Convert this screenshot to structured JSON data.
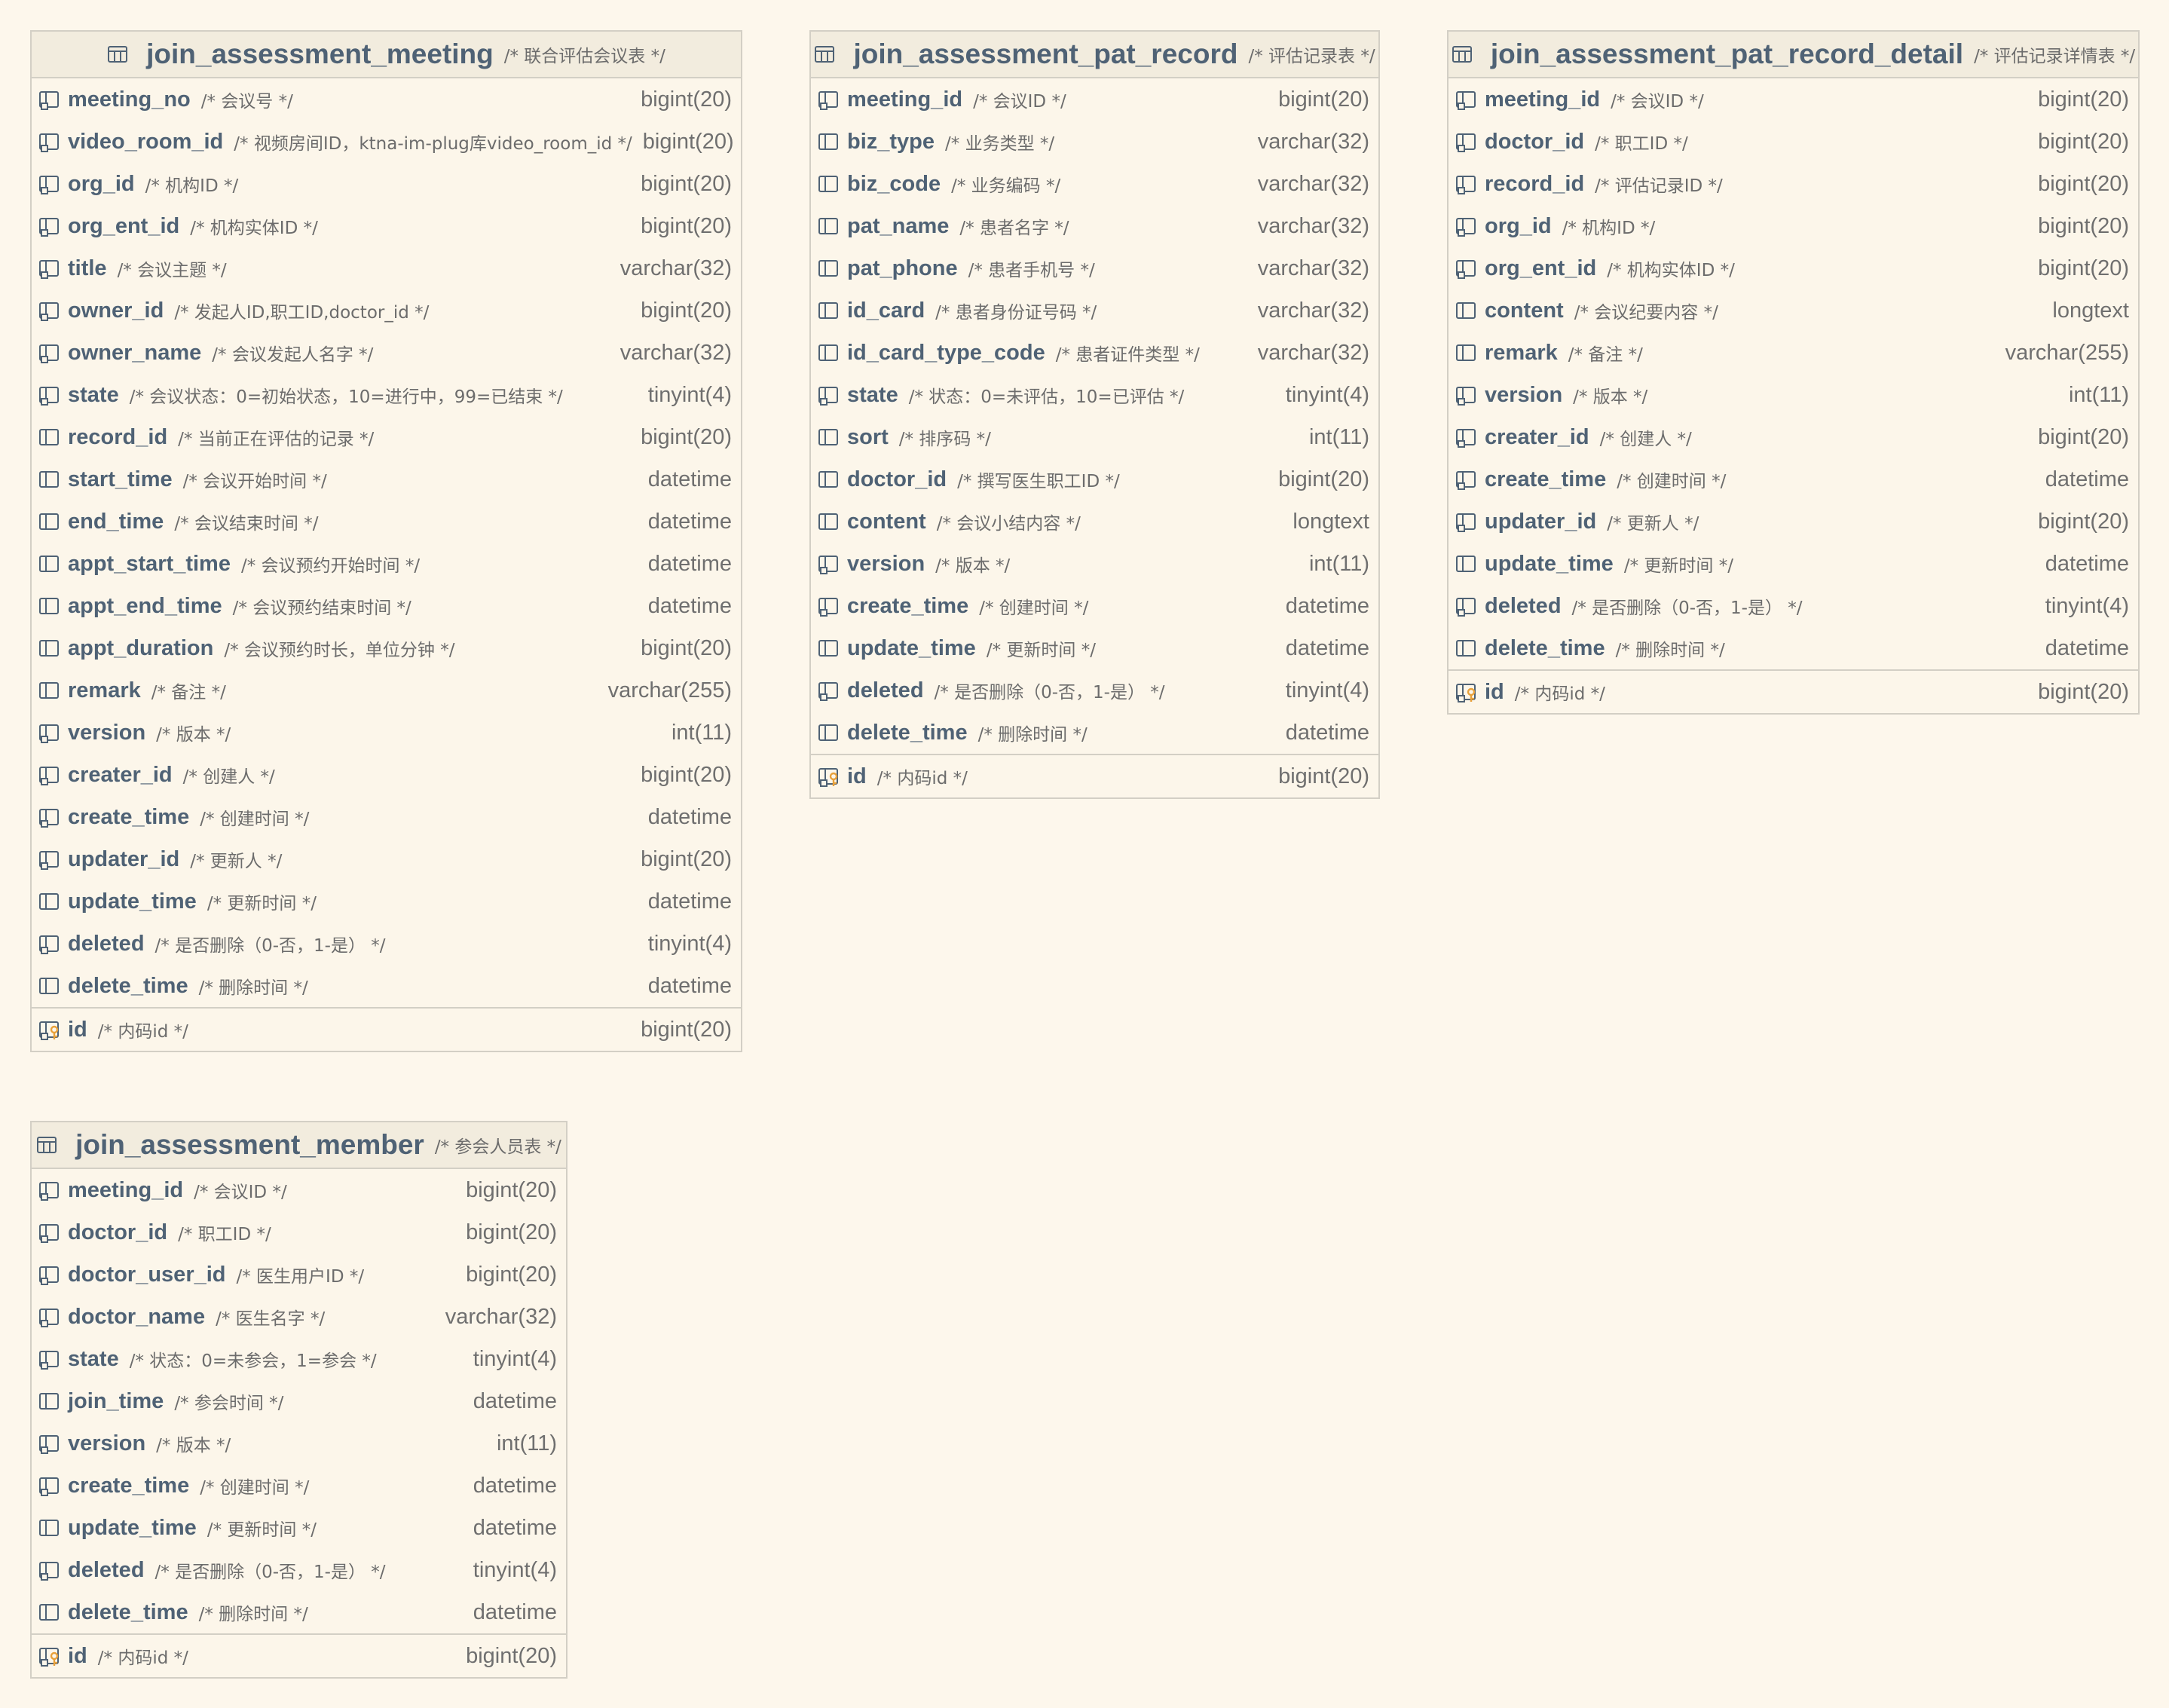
{
  "tables": [
    {
      "name": "join_assessment_meeting",
      "comment": "/* 联合评估会议表 */",
      "columns": [
        {
          "name": "meeting_no",
          "comment": "/* 会议号 */",
          "type": "bigint(20)",
          "icon": "column-notnull-icon"
        },
        {
          "name": "video_room_id",
          "comment": "/* 视频房间ID，ktna-im-plug库video_room_id */",
          "type": "bigint(20)",
          "icon": "column-notnull-icon"
        },
        {
          "name": "org_id",
          "comment": "/* 机构ID */",
          "type": "bigint(20)",
          "icon": "column-notnull-icon"
        },
        {
          "name": "org_ent_id",
          "comment": "/* 机构实体ID */",
          "type": "bigint(20)",
          "icon": "column-notnull-icon"
        },
        {
          "name": "title",
          "comment": "/* 会议主题 */",
          "type": "varchar(32)",
          "icon": "column-notnull-icon"
        },
        {
          "name": "owner_id",
          "comment": "/* 发起人ID,职工ID,doctor_id */",
          "type": "bigint(20)",
          "icon": "column-notnull-icon"
        },
        {
          "name": "owner_name",
          "comment": "/* 会议发起人名字 */",
          "type": "varchar(32)",
          "icon": "column-notnull-icon"
        },
        {
          "name": "state",
          "comment": "/* 会议状态：0=初始状态，10=进行中，99=已结束 */",
          "type": "tinyint(4)",
          "icon": "column-notnull-icon"
        },
        {
          "name": "record_id",
          "comment": "/* 当前正在评估的记录 */",
          "type": "bigint(20)",
          "icon": "column-icon"
        },
        {
          "name": "start_time",
          "comment": "/* 会议开始时间 */",
          "type": "datetime",
          "icon": "column-icon"
        },
        {
          "name": "end_time",
          "comment": "/* 会议结束时间 */",
          "type": "datetime",
          "icon": "column-icon"
        },
        {
          "name": "appt_start_time",
          "comment": "/* 会议预约开始时间 */",
          "type": "datetime",
          "icon": "column-icon"
        },
        {
          "name": "appt_end_time",
          "comment": "/* 会议预约结束时间 */",
          "type": "datetime",
          "icon": "column-icon"
        },
        {
          "name": "appt_duration",
          "comment": "/* 会议预约时长，单位分钟 */",
          "type": "bigint(20)",
          "icon": "column-icon"
        },
        {
          "name": "remark",
          "comment": "/* 备注 */",
          "type": "varchar(255)",
          "icon": "column-icon"
        },
        {
          "name": "version",
          "comment": "/* 版本 */",
          "type": "int(11)",
          "icon": "column-notnull-icon"
        },
        {
          "name": "creater_id",
          "comment": "/* 创建人 */",
          "type": "bigint(20)",
          "icon": "column-notnull-icon"
        },
        {
          "name": "create_time",
          "comment": "/* 创建时间 */",
          "type": "datetime",
          "icon": "column-notnull-icon"
        },
        {
          "name": "updater_id",
          "comment": "/* 更新人 */",
          "type": "bigint(20)",
          "icon": "column-notnull-icon"
        },
        {
          "name": "update_time",
          "comment": "/* 更新时间 */",
          "type": "datetime",
          "icon": "column-icon"
        },
        {
          "name": "deleted",
          "comment": "/* 是否删除（0-否，1-是） */",
          "type": "tinyint(4)",
          "icon": "column-notnull-icon"
        },
        {
          "name": "delete_time",
          "comment": "/* 删除时间 */",
          "type": "datetime",
          "icon": "column-icon"
        }
      ],
      "pk": {
        "name": "id",
        "comment": "/* 内码id */",
        "type": "bigint(20)",
        "icon": "primary-key-icon"
      }
    },
    {
      "name": "join_assessment_pat_record",
      "comment": "/* 评估记录表 */",
      "columns": [
        {
          "name": "meeting_id",
          "comment": "/* 会议ID */",
          "type": "bigint(20)",
          "icon": "column-notnull-icon"
        },
        {
          "name": "biz_type",
          "comment": "/* 业务类型 */",
          "type": "varchar(32)",
          "icon": "column-icon"
        },
        {
          "name": "biz_code",
          "comment": "/* 业务编码 */",
          "type": "varchar(32)",
          "icon": "column-icon"
        },
        {
          "name": "pat_name",
          "comment": "/* 患者名字 */",
          "type": "varchar(32)",
          "icon": "column-icon"
        },
        {
          "name": "pat_phone",
          "comment": "/* 患者手机号 */",
          "type": "varchar(32)",
          "icon": "column-icon"
        },
        {
          "name": "id_card",
          "comment": "/* 患者身份证号码 */",
          "type": "varchar(32)",
          "icon": "column-icon"
        },
        {
          "name": "id_card_type_code",
          "comment": "/* 患者证件类型 */",
          "type": "varchar(32)",
          "icon": "column-icon"
        },
        {
          "name": "state",
          "comment": "/* 状态：0=未评估，10=已评估 */",
          "type": "tinyint(4)",
          "icon": "column-notnull-icon"
        },
        {
          "name": "sort",
          "comment": "/* 排序码 */",
          "type": "int(11)",
          "icon": "column-icon"
        },
        {
          "name": "doctor_id",
          "comment": "/* 撰写医生职工ID */",
          "type": "bigint(20)",
          "icon": "column-icon"
        },
        {
          "name": "content",
          "comment": "/* 会议小结内容 */",
          "type": "longtext",
          "icon": "column-icon"
        },
        {
          "name": "version",
          "comment": "/* 版本 */",
          "type": "int(11)",
          "icon": "column-notnull-icon"
        },
        {
          "name": "create_time",
          "comment": "/* 创建时间 */",
          "type": "datetime",
          "icon": "column-notnull-icon"
        },
        {
          "name": "update_time",
          "comment": "/* 更新时间 */",
          "type": "datetime",
          "icon": "column-icon"
        },
        {
          "name": "deleted",
          "comment": "/* 是否删除（0-否，1-是） */",
          "type": "tinyint(4)",
          "icon": "column-notnull-icon"
        },
        {
          "name": "delete_time",
          "comment": "/* 删除时间 */",
          "type": "datetime",
          "icon": "column-icon"
        }
      ],
      "pk": {
        "name": "id",
        "comment": "/* 内码id */",
        "type": "bigint(20)",
        "icon": "primary-key-icon"
      }
    },
    {
      "name": "join_assessment_pat_record_detail",
      "comment": "/* 评估记录详情表 */",
      "columns": [
        {
          "name": "meeting_id",
          "comment": "/* 会议ID */",
          "type": "bigint(20)",
          "icon": "column-notnull-icon"
        },
        {
          "name": "doctor_id",
          "comment": "/* 职工ID */",
          "type": "bigint(20)",
          "icon": "column-notnull-icon"
        },
        {
          "name": "record_id",
          "comment": "/* 评估记录ID */",
          "type": "bigint(20)",
          "icon": "column-notnull-icon"
        },
        {
          "name": "org_id",
          "comment": "/* 机构ID */",
          "type": "bigint(20)",
          "icon": "column-notnull-icon"
        },
        {
          "name": "org_ent_id",
          "comment": "/* 机构实体ID */",
          "type": "bigint(20)",
          "icon": "column-notnull-icon"
        },
        {
          "name": "content",
          "comment": "/* 会议纪要内容 */",
          "type": "longtext",
          "icon": "column-icon"
        },
        {
          "name": "remark",
          "comment": "/* 备注 */",
          "type": "varchar(255)",
          "icon": "column-icon"
        },
        {
          "name": "version",
          "comment": "/* 版本 */",
          "type": "int(11)",
          "icon": "column-notnull-icon"
        },
        {
          "name": "creater_id",
          "comment": "/* 创建人 */",
          "type": "bigint(20)",
          "icon": "column-notnull-icon"
        },
        {
          "name": "create_time",
          "comment": "/* 创建时间 */",
          "type": "datetime",
          "icon": "column-notnull-icon"
        },
        {
          "name": "updater_id",
          "comment": "/* 更新人 */",
          "type": "bigint(20)",
          "icon": "column-notnull-icon"
        },
        {
          "name": "update_time",
          "comment": "/* 更新时间 */",
          "type": "datetime",
          "icon": "column-icon"
        },
        {
          "name": "deleted",
          "comment": "/* 是否删除（0-否，1-是） */",
          "type": "tinyint(4)",
          "icon": "column-notnull-icon"
        },
        {
          "name": "delete_time",
          "comment": "/* 删除时间 */",
          "type": "datetime",
          "icon": "column-icon"
        }
      ],
      "pk": {
        "name": "id",
        "comment": "/* 内码id */",
        "type": "bigint(20)",
        "icon": "primary-key-icon"
      }
    },
    {
      "name": "join_assessment_member",
      "comment": "/* 参会人员表 */",
      "columns": [
        {
          "name": "meeting_id",
          "comment": "/* 会议ID */",
          "type": "bigint(20)",
          "icon": "column-notnull-icon"
        },
        {
          "name": "doctor_id",
          "comment": "/* 职工ID */",
          "type": "bigint(20)",
          "icon": "column-notnull-icon"
        },
        {
          "name": "doctor_user_id",
          "comment": "/* 医生用户ID */",
          "type": "bigint(20)",
          "icon": "column-notnull-icon"
        },
        {
          "name": "doctor_name",
          "comment": "/* 医生名字 */",
          "type": "varchar(32)",
          "icon": "column-notnull-icon"
        },
        {
          "name": "state",
          "comment": "/* 状态：0=未参会，1=参会 */",
          "type": "tinyint(4)",
          "icon": "column-notnull-icon"
        },
        {
          "name": "join_time",
          "comment": "/* 参会时间 */",
          "type": "datetime",
          "icon": "column-icon"
        },
        {
          "name": "version",
          "comment": "/* 版本 */",
          "type": "int(11)",
          "icon": "column-notnull-icon"
        },
        {
          "name": "create_time",
          "comment": "/* 创建时间 */",
          "type": "datetime",
          "icon": "column-notnull-icon"
        },
        {
          "name": "update_time",
          "comment": "/* 更新时间 */",
          "type": "datetime",
          "icon": "column-icon"
        },
        {
          "name": "deleted",
          "comment": "/* 是否删除（0-否，1-是） */",
          "type": "tinyint(4)",
          "icon": "column-notnull-icon"
        },
        {
          "name": "delete_time",
          "comment": "/* 删除时间 */",
          "type": "datetime",
          "icon": "column-icon"
        }
      ],
      "pk": {
        "name": "id",
        "comment": "/* 内码id */",
        "type": "bigint(20)",
        "icon": "primary-key-icon"
      }
    }
  ],
  "colors": {
    "background": "#fdf7ec",
    "header_bg": "#f2ecde",
    "border": "#d3cfc5",
    "name_text": "#4f6275",
    "key_accent": "#e8a13a"
  }
}
